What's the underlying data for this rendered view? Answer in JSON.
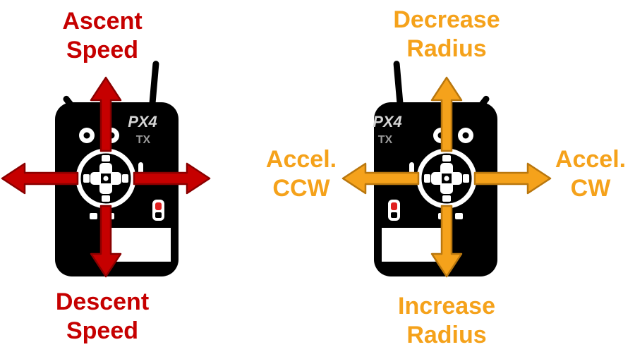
{
  "colors": {
    "red": "#c60000",
    "red_dark": "#8a0000",
    "orange": "#f5a21b",
    "orange_dark": "#b9770e",
    "body_black": "#000000",
    "switch_red": "#e02020"
  },
  "transmitter": {
    "brand": "PX4",
    "tx": "TX"
  },
  "left_stick": {
    "up": {
      "line1": "Ascent",
      "line2": "Speed"
    },
    "down": {
      "line1": "Descent",
      "line2": "Speed"
    }
  },
  "right_stick": {
    "up": {
      "line1": "Decrease",
      "line2": "Radius"
    },
    "down": {
      "line1": "Increase",
      "line2": "Radius"
    },
    "left": {
      "line1": "Accel.",
      "line2": "CCW"
    },
    "right": {
      "line1": "Accel.",
      "line2": "CW"
    }
  }
}
